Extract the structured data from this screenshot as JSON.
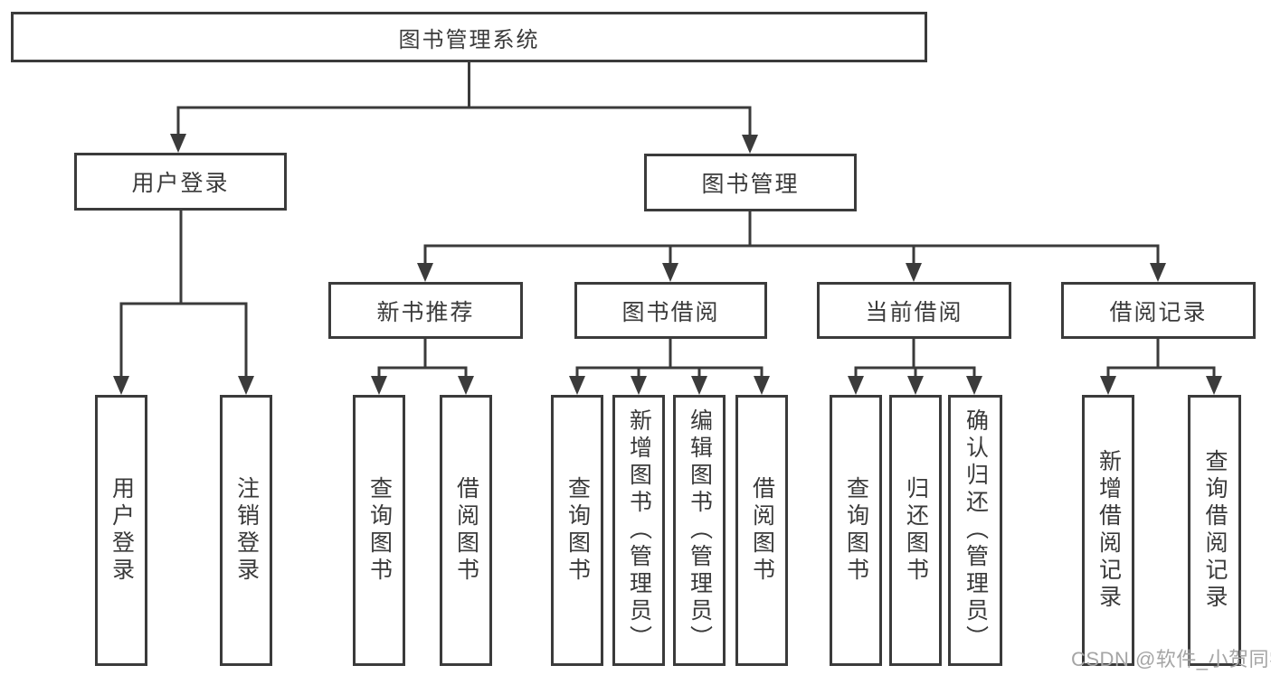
{
  "tree": {
    "root": "图书管理系统",
    "login": {
      "label": "用户登录",
      "children": [
        "用户登录",
        "注销登录"
      ]
    },
    "management": {
      "label": "图书管理",
      "groups": [
        {
          "label": "新书推荐",
          "children": [
            "查询图书",
            "借阅图书"
          ]
        },
        {
          "label": "图书借阅",
          "children": [
            "查询图书",
            "新增图书（管理员）",
            "编辑图书（管理员）",
            "借阅图书"
          ]
        },
        {
          "label": "当前借阅",
          "children": [
            "查询图书",
            "归还图书",
            "确认归还（管理员）"
          ]
        },
        {
          "label": "借阅记录",
          "children": [
            "新增借阅记录",
            "查询借阅记录"
          ]
        }
      ]
    }
  },
  "watermark": "CSDN @软件_小贺同学",
  "colors": {
    "line": "#3b3b3b",
    "text": "#3a3a3a",
    "watermark": "#a5a5a5",
    "background": "#ffffff"
  }
}
